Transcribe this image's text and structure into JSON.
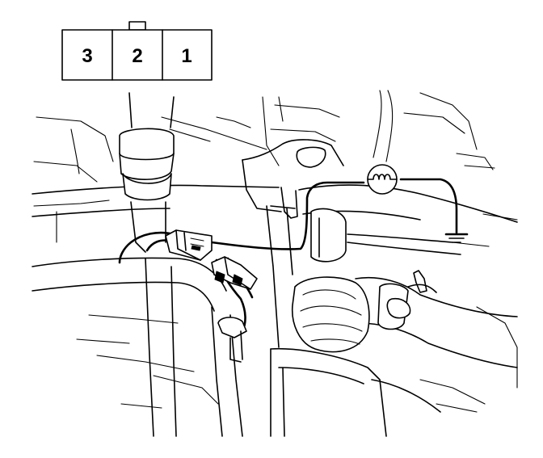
{
  "connector": {
    "pins": [
      {
        "label": "3"
      },
      {
        "label": "2"
      },
      {
        "label": "1"
      }
    ]
  },
  "colors": {
    "line": "#000000",
    "background": "#ffffff"
  },
  "icons": {
    "sensor_symbol": "heater-coil-icon",
    "ground_symbol": "ground-symbol-icon"
  }
}
